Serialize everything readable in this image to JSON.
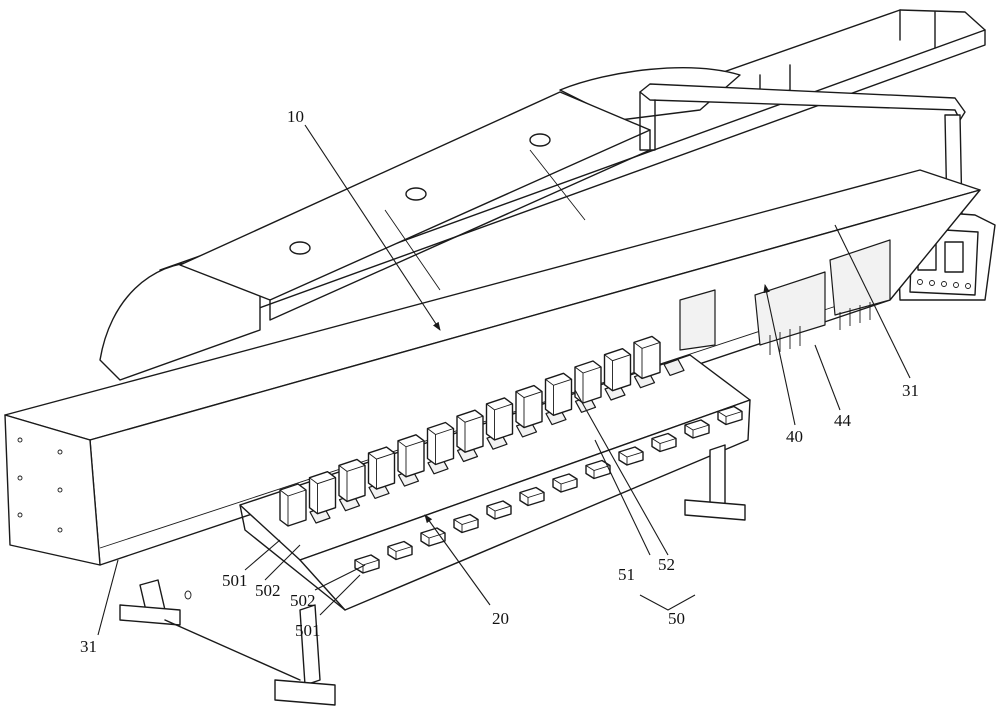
{
  "labels": {
    "l10": "10",
    "l20": "20",
    "l31_left": "31",
    "l31_right": "31",
    "l40": "40",
    "l44": "44",
    "l50": "50",
    "l51": "51",
    "l52": "52",
    "l501_a": "501",
    "l501_b": "501",
    "l502_a": "502",
    "l502_b": "502"
  }
}
